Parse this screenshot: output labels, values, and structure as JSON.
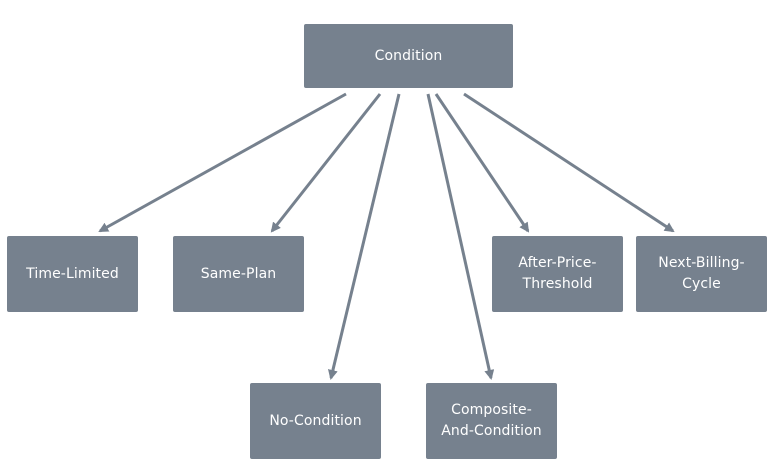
{
  "diagram": {
    "root": {
      "id": "condition",
      "label": "Condition"
    },
    "children": [
      {
        "id": "time-limited",
        "label": "Time-Limited"
      },
      {
        "id": "same-plan",
        "label": "Same-Plan"
      },
      {
        "id": "no-condition",
        "label": "No-Condition"
      },
      {
        "id": "composite",
        "label": "Composite-\nAnd-Condition"
      },
      {
        "id": "after-price",
        "label": "After-Price-\nThreshold"
      },
      {
        "id": "next-billing",
        "label": "Next-Billing-\nCycle"
      }
    ],
    "colors": {
      "node_fill": "#76818e",
      "node_text": "#ffffff",
      "edge": "#76818e",
      "background": "#ffffff"
    }
  }
}
